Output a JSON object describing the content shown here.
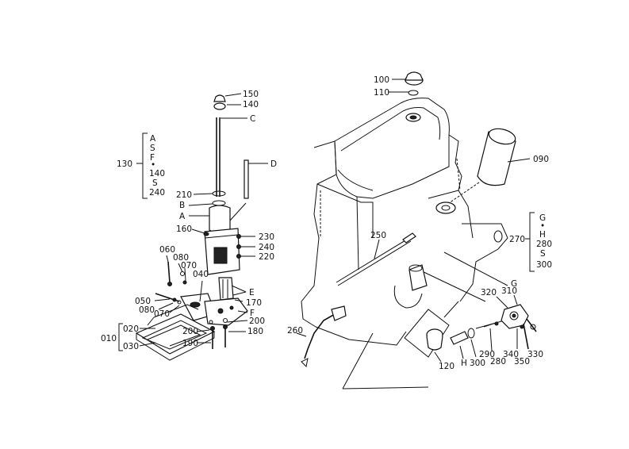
{
  "colors": {
    "ink": "#111111",
    "paper": "#ffffff"
  },
  "labels": {
    "l100": "100",
    "l110": "110",
    "l090": "090",
    "l150": "150",
    "l140": "140",
    "lC": "C",
    "lD": "D",
    "l130": "130",
    "g130": [
      "A",
      "S",
      "F",
      "•",
      "140",
      "S",
      "240"
    ],
    "l210": "210",
    "lB": "B",
    "lA": "A",
    "l160": "160",
    "l230": "230",
    "l240": "240",
    "l220": "220",
    "l060": "060",
    "l080a": "080",
    "l070a": "070",
    "l040": "040",
    "l050": "050",
    "l080b": "080",
    "l070b": "070",
    "lE": "E",
    "l170": "170",
    "lF": "F",
    "l200a": "200",
    "l200b": "200",
    "l180": "180",
    "l190": "190",
    "l020": "020",
    "l030": "030",
    "l010": "010",
    "l250": "250",
    "l260": "260",
    "l270": "270",
    "g270": [
      "G",
      "•",
      "H",
      "280",
      "S",
      "300"
    ],
    "l320": "320",
    "l310": "310",
    "lG": "G",
    "l120": "120",
    "lH": "H",
    "l300": "300",
    "l280": "280",
    "l290": "290",
    "l340": "340",
    "l350": "350",
    "l330": "330"
  }
}
